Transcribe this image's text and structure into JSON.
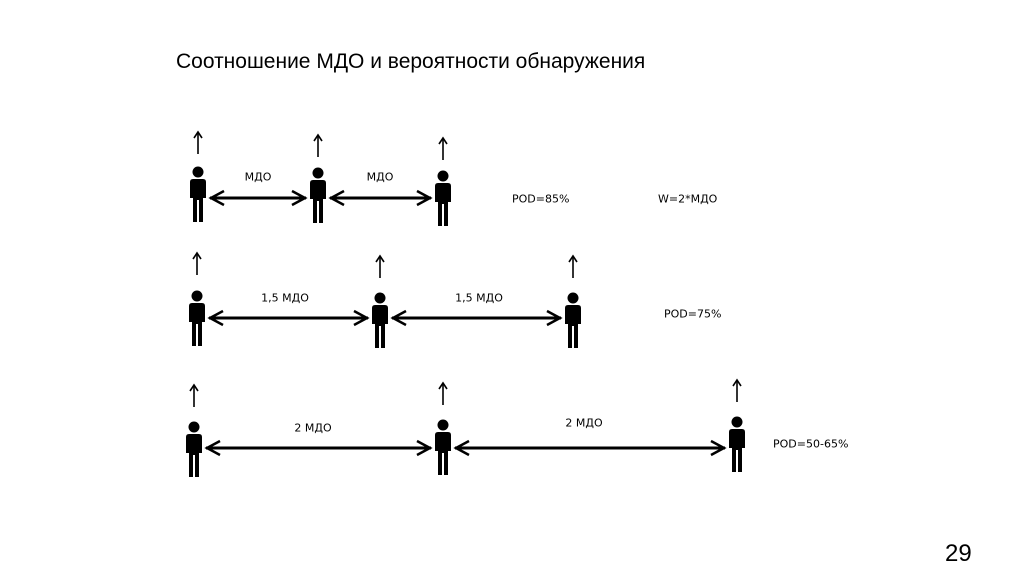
{
  "title": "Соотношение МДО и вероятности обнаружения",
  "page_number": "29",
  "rows": [
    {
      "spacing_labels": [
        "МДО",
        "МДО"
      ],
      "pod": "POD=85%",
      "width_note": "W=2*МДО"
    },
    {
      "spacing_labels": [
        "1,5 МДО",
        "1,5 МДО"
      ],
      "pod": "POD=75%"
    },
    {
      "spacing_labels": [
        "2 МДО",
        "2 МДО"
      ],
      "pod": "POD=50-65%"
    }
  ]
}
